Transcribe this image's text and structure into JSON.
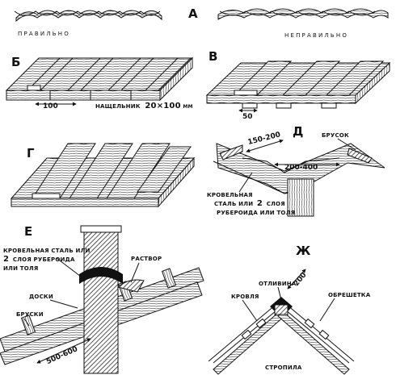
{
  "panels": {
    "a": {
      "letter": "А",
      "correct_caption": "ПРАВИЛЬНО",
      "incorrect_caption": "НЕПРАВИЛЬНО"
    },
    "b": {
      "letter": "Б",
      "dim_100": "100",
      "batten_label": "НАЩЕЛЬНИК",
      "batten_size": "20×100",
      "batten_unit": "ММ"
    },
    "v": {
      "letter": "В",
      "dim_50": "50"
    },
    "g": {
      "letter": "Г"
    },
    "d": {
      "letter": "Д",
      "dim_150_200": "150-200",
      "dim_200_400": "200-400",
      "bar_label": "БРУСОК",
      "roof_line1": "КРОВЕЛЬНАЯ",
      "roof_line2": "СТАЛЬ ИЛИ",
      "roof_two": "2",
      "roof_line2b": "СЛОЯ",
      "roof_line3": "РУБЕРОИДА ИЛИ ТОЛЯ"
    },
    "e": {
      "letter": "Е",
      "roof_line1": "КРОВЕЛЬНАЯ СТАЛЬ ИЛИ",
      "roof_two": "2",
      "roof_line2": "СЛОЯ РУБЕРОИДА",
      "roof_line3": "ИЛИ ТОЛЯ",
      "mortar_label": "РАСТВОР",
      "boards_label": "ДОСКИ",
      "bars_label": "БРУСКИ",
      "dim_500_600": "500-600"
    },
    "zh": {
      "letter": "Ж",
      "drip_label": "ОТЛИВИНА",
      "dim_200": "200",
      "roofing_label": "КРОВЛЯ",
      "lathing_label": "ОБРЕШЕТКА",
      "rafters_label": "СТРОПИЛА"
    }
  },
  "colors": {
    "ink": "#111111",
    "paper": "#ffffff",
    "wood": "#f4f1ea"
  }
}
